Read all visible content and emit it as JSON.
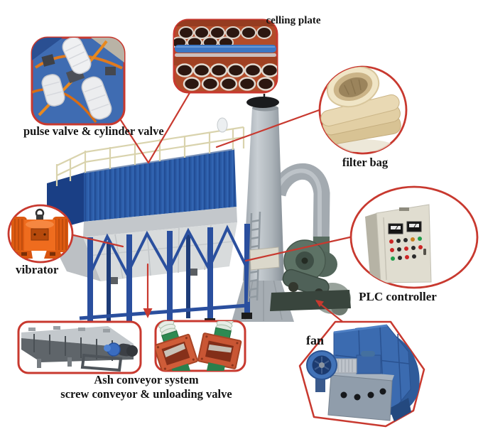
{
  "diagram": {
    "subject": "pulse jet baghouse dust collector system with labeled components"
  },
  "labels": {
    "ceiling_plate": "celling plate",
    "pulse_valve": "pulse valve & cylinder valve",
    "filter_bag": "filter bag",
    "vibrator": "vibrator",
    "plc_controller": "PLC controller",
    "fan": "fan",
    "ash_conveyor_line1": "Ash conveyor system",
    "ash_conveyor_line2": "screw conveyor & unloading valve"
  },
  "colors": {
    "callout_border": "#c8392f",
    "connector_line": "#c8392f",
    "machine_blue": "#2b5ca8",
    "machine_blue_dark": "#1a3f85",
    "hopper_gray": "#d8dbdc",
    "chimney_gray": "#aab1b7",
    "stack_fan_green": "#5d7265",
    "vibrator_orange": "#e8611a",
    "filter_bag_cream": "#e9d9b4",
    "tube_sheet_red": "#b24c2a",
    "fan_blue": "#3b6bb0",
    "valve_orange": "#cf5c38",
    "valve_green": "#2e8a52",
    "label_text": "#141414",
    "background": "#ffffff"
  }
}
